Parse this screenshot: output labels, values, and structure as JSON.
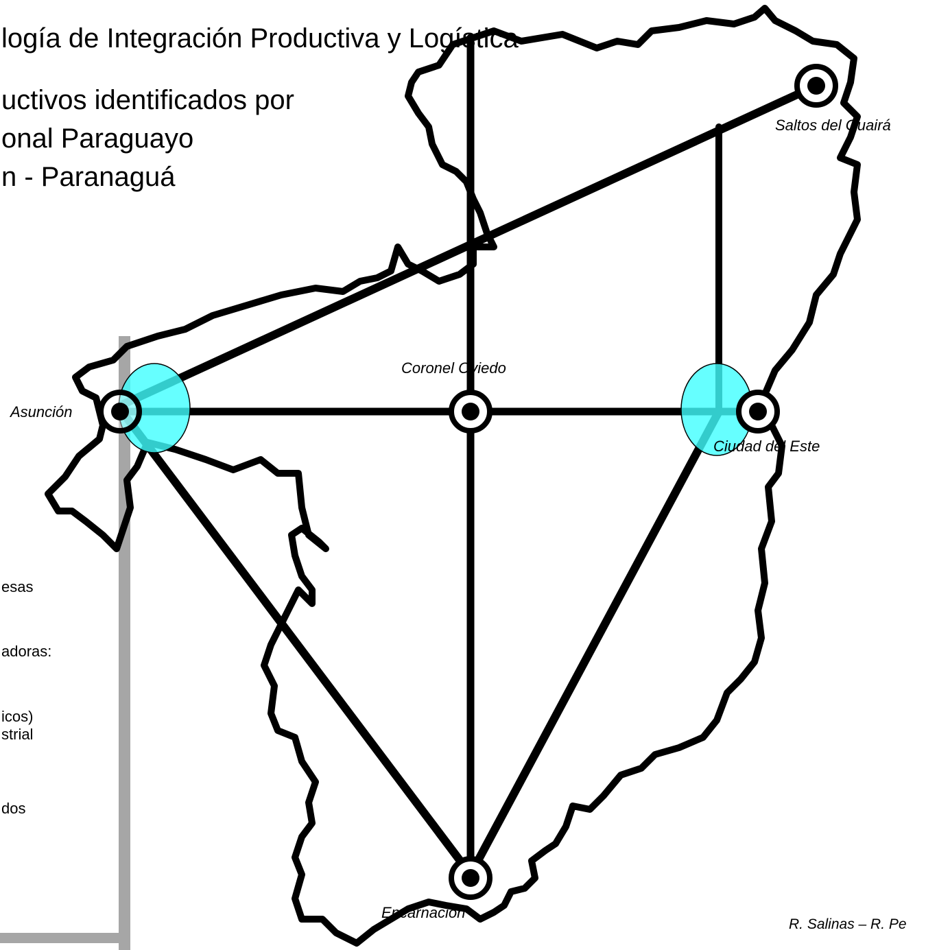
{
  "title": {
    "line1": "logía de Integración Productiva y Logística",
    "line2": "uctivos identificados por",
    "line3": "onal Paraguayo",
    "line4": "n - Paranaguá"
  },
  "legend_fragments": [
    "esas",
    "adoras:",
    "icos)",
    "strial",
    "dos"
  ],
  "cities": {
    "asuncion": "Asunción",
    "coronel_oviedo": "Coronel Oviedo",
    "saltos_del_guaira": "Saltos del Guairá",
    "ciudad_del_este": "Ciudad del Este",
    "encarnacion": "Encarnación"
  },
  "credit": "R. Salinas – R. Pe",
  "colors": {
    "outline": "#000000",
    "route": "#000000",
    "hub_highlight": "#40ffff",
    "panel_shadow": "#a6a6a6"
  }
}
